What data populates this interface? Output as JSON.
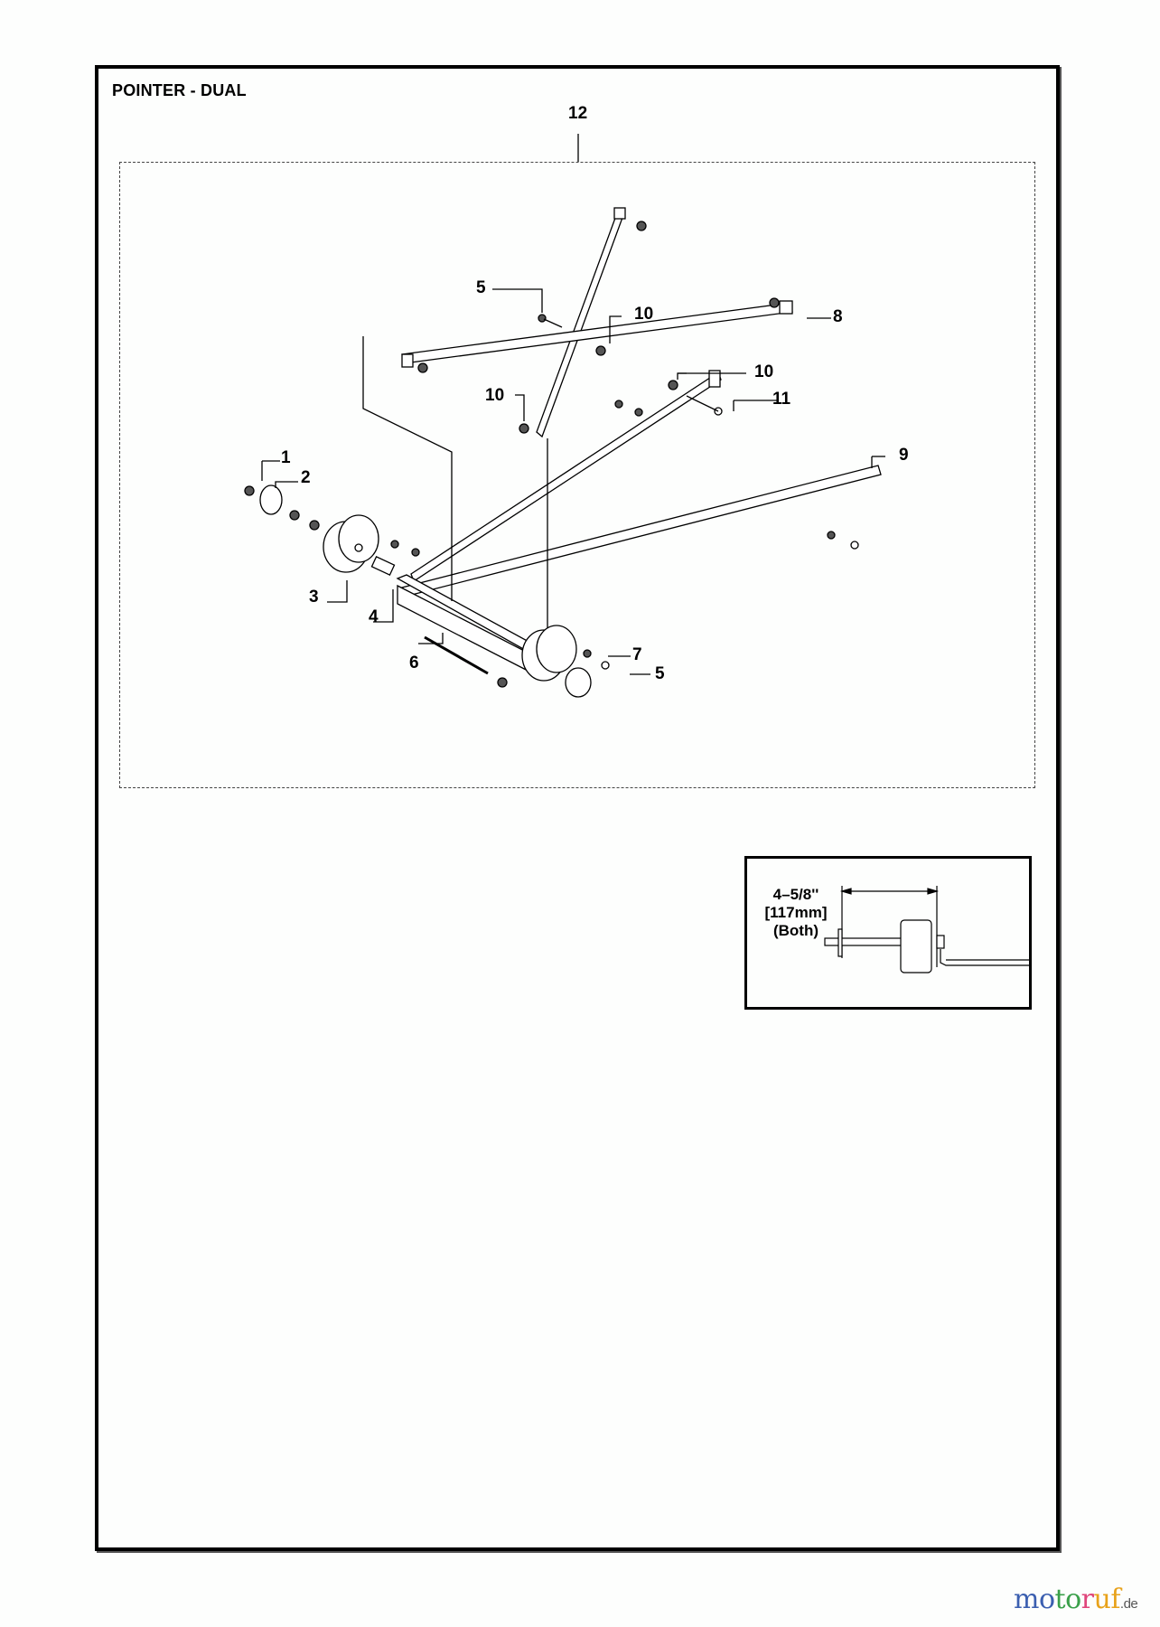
{
  "page": {
    "title": "POINTER - DUAL"
  },
  "diagram": {
    "assembly_callout": "12",
    "callouts": [
      {
        "id": "c1",
        "label": "1"
      },
      {
        "id": "c2",
        "label": "2"
      },
      {
        "id": "c3",
        "label": "3"
      },
      {
        "id": "c4",
        "label": "4"
      },
      {
        "id": "c5a",
        "label": "5"
      },
      {
        "id": "c5b",
        "label": "5"
      },
      {
        "id": "c6",
        "label": "6"
      },
      {
        "id": "c7",
        "label": "7"
      },
      {
        "id": "c8",
        "label": "8"
      },
      {
        "id": "c9",
        "label": "9"
      },
      {
        "id": "c10a",
        "label": "10"
      },
      {
        "id": "c10b",
        "label": "10"
      },
      {
        "id": "c10c",
        "label": "10"
      },
      {
        "id": "c11",
        "label": "11"
      }
    ]
  },
  "inset": {
    "dimension_imperial": "4–5/8''",
    "dimension_metric": "[117mm]",
    "note": "(Both)"
  },
  "watermark": {
    "letters": [
      "m",
      "o",
      "t",
      "o",
      "r",
      "u",
      "f"
    ],
    "colors": [
      "#3b5fb0",
      "#3b5fb0",
      "#3aa04a",
      "#3aa04a",
      "#e0457b",
      "#e8a21a",
      "#e8a21a"
    ],
    "suffix": ".de"
  }
}
